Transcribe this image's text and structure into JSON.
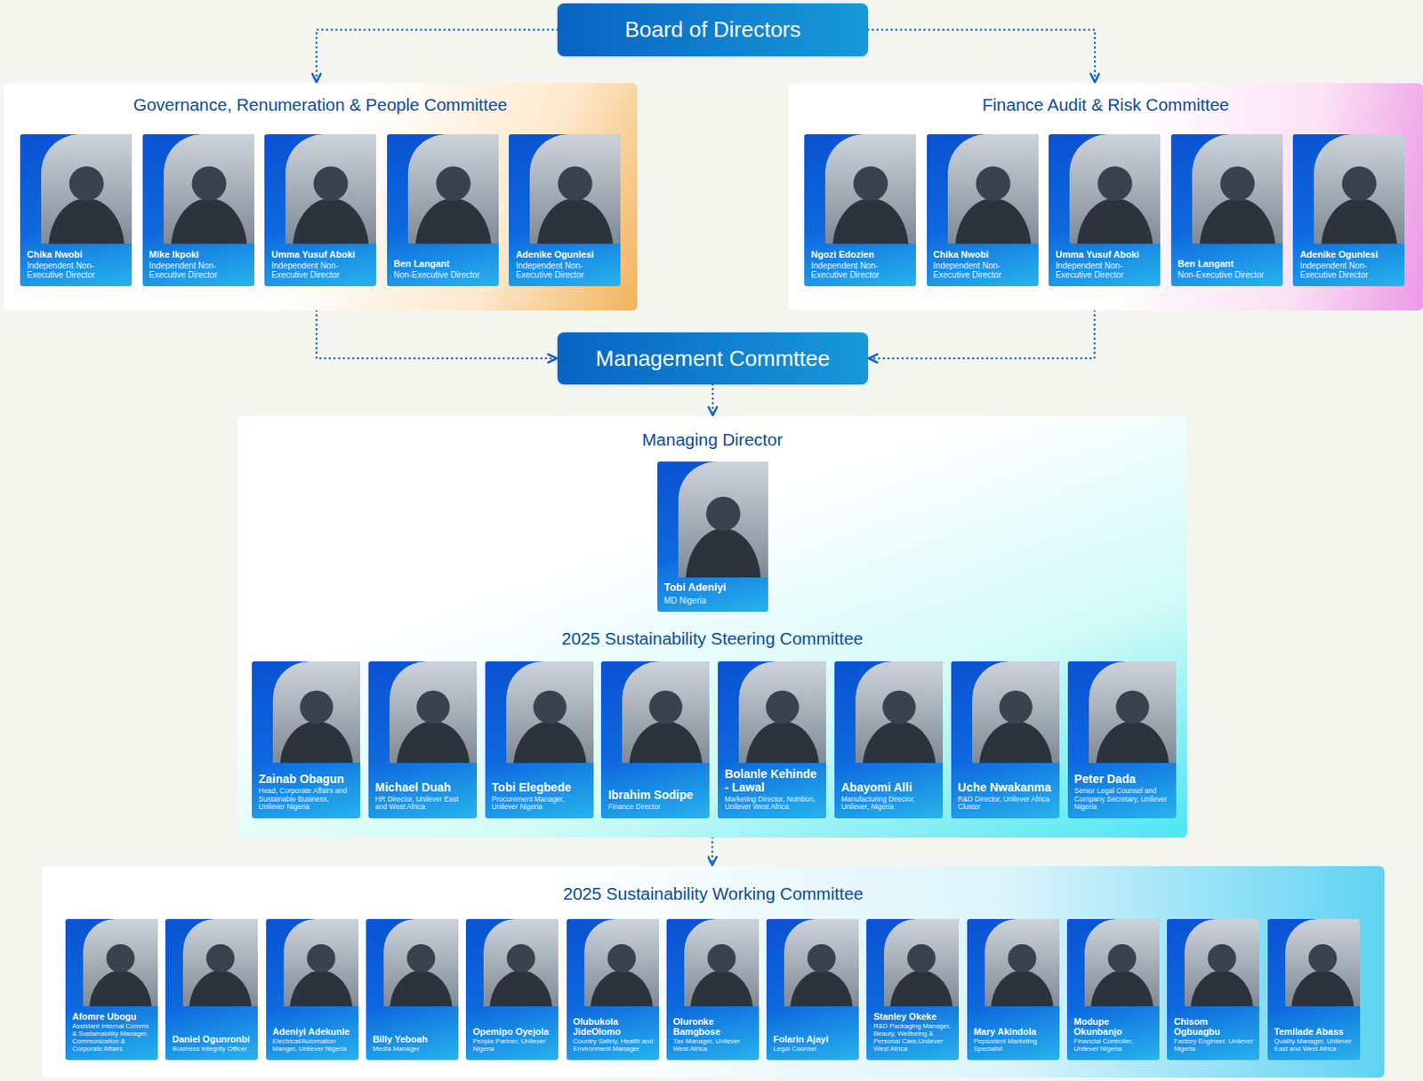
{
  "diagram": {
    "nodes": [
      {
        "text": [
          "Board of Directors"
        ]
      },
      {
        "text": [
          "Governance, Renumeration & People Committee"
        ]
      },
      {
        "text": [
          "Chika Nwobi",
          "Independent Non-Executive Director"
        ],
        "in": 1
      },
      {
        "text": [
          "Mike Ikpoki",
          "Independent Non-Executive Director"
        ],
        "in": 1
      },
      {
        "text": [
          "Umma Yusuf Aboki",
          "Independent Non-Executive Director"
        ],
        "in": 1
      },
      {
        "text": [
          "Ben Langant",
          "Non-Executive Director"
        ],
        "in": 1
      },
      {
        "text": [
          "Adenike Ogunlesi",
          "Independent Non-Executive Director"
        ],
        "in": 1
      },
      {
        "text": [
          "Finance Audit & Risk Committee"
        ]
      },
      {
        "text": [
          "Ngozi Edozien",
          "Independent Non-Executive Director"
        ],
        "in": 7
      },
      {
        "text": [
          "Chika Nwobi",
          "Independent Non-Executive Director"
        ],
        "in": 7
      },
      {
        "text": [
          "Umma Yusuf Aboki",
          "Independent Non-Executive Director"
        ],
        "in": 7
      },
      {
        "text": [
          "Ben Langant",
          "Non-Executive Director"
        ],
        "in": 7
      },
      {
        "text": [
          "Adenike Ogunlesi",
          "Independent Non-Executive Director"
        ],
        "in": 7
      },
      {
        "text": [
          "Management Commttee"
        ]
      },
      {
        "text": [
          "Managing Director",
          "2025 Sustainability Steering Committee"
        ]
      },
      {
        "text": [
          "Tobi Adeniyi",
          "MD Nigeria"
        ],
        "in": 14
      },
      {
        "text": [
          "Zainab Obagun",
          "Head, Corporate Affairs and Sustainable Business, Unilever Nigeria"
        ],
        "in": 14
      },
      {
        "text": [
          "Michael Duah",
          "HR Director, Unilever East and West Africa"
        ],
        "in": 14
      },
      {
        "text": [
          "Tobi Elegbede",
          "Procurement Manager, Unilever Nigeria"
        ],
        "in": 14
      },
      {
        "text": [
          "Ibrahim Sodipe",
          "Finance Director"
        ],
        "in": 14
      },
      {
        "text": [
          "Bolanle Kehinde - Lawal",
          "Marketing Director, Nutrition, Unilever West Africa"
        ],
        "in": 14
      },
      {
        "text": [
          "Abayomi Alli",
          "Manufacturing Director, Unilever, Nigeria"
        ],
        "in": 14
      },
      {
        "text": [
          "Uche Nwakanma",
          "R&D Director, Unilever Africa Cluster"
        ],
        "in": 14
      },
      {
        "text": [
          "Peter Dada",
          "Senior Legal Counsel and Company Secretary, Unilever Nigeria"
        ],
        "in": 14
      },
      {
        "text": [
          "2025 Sustainability Working Committee"
        ]
      },
      {
        "text": [
          "Afomre Ubogu",
          "Assistant Internal Comms & Sustainability Manager, Communication & Corporate Affairs"
        ],
        "in": 24
      },
      {
        "text": [
          "Daniel Ogunronbi",
          "Business Integrity Officer"
        ],
        "in": 24
      },
      {
        "text": [
          "Adeniyi Adekunle",
          "Electrical/Automation Manger, Unilever Nigeria"
        ],
        "in": 24
      },
      {
        "text": [
          "Billy Yeboah",
          "Media Manager"
        ],
        "in": 24
      },
      {
        "text": [
          "Opemipo Oyejola",
          "People Partner, Unilever Nigeria"
        ],
        "in": 24
      },
      {
        "text": [
          "Olubukola JideOlomo",
          "Country Safety, Health and Environment Manager"
        ],
        "in": 24
      },
      {
        "text": [
          "Oluronke Bamgbose",
          "Tax Manager, Unilever West Africa"
        ],
        "in": 24
      },
      {
        "text": [
          "Folarin Ajayi",
          "Legal Counsel"
        ],
        "in": 24
      },
      {
        "text": [
          "Stanley Okeke",
          "R&D Packaging Manager, Beauty, Wellbeing & Personal Care,Unilever West Africa"
        ],
        "in": 24
      },
      {
        "text": [
          "Mary Akindola",
          "Pepsodent Marketing Specialist"
        ],
        "in": 24
      },
      {
        "text": [
          "Modupe Okunbanjo",
          "Financial Controller, Unilever Nigeria"
        ],
        "in": 24
      },
      {
        "text": [
          "Chisom Ogbuagbu",
          "Factory Engineer, Unilever Nigeria"
        ],
        "in": 24
      },
      {
        "text": [
          "Temilade Abass",
          "Quality Manager, Unilever East and West Africa"
        ],
        "in": 24
      }
    ],
    "edges": [
      {
        "from": 0,
        "to": 1,
        "arrow": "to"
      },
      {
        "from": 0,
        "to": 7,
        "arrow": "to"
      },
      {
        "from": 1,
        "to": 13,
        "arrow": "to"
      },
      {
        "from": 7,
        "to": 13,
        "arrow": "to"
      },
      {
        "from": 13,
        "to": 14,
        "arrow": "to"
      },
      {
        "from": 14,
        "to": 24,
        "arrow": "to"
      }
    ]
  }
}
